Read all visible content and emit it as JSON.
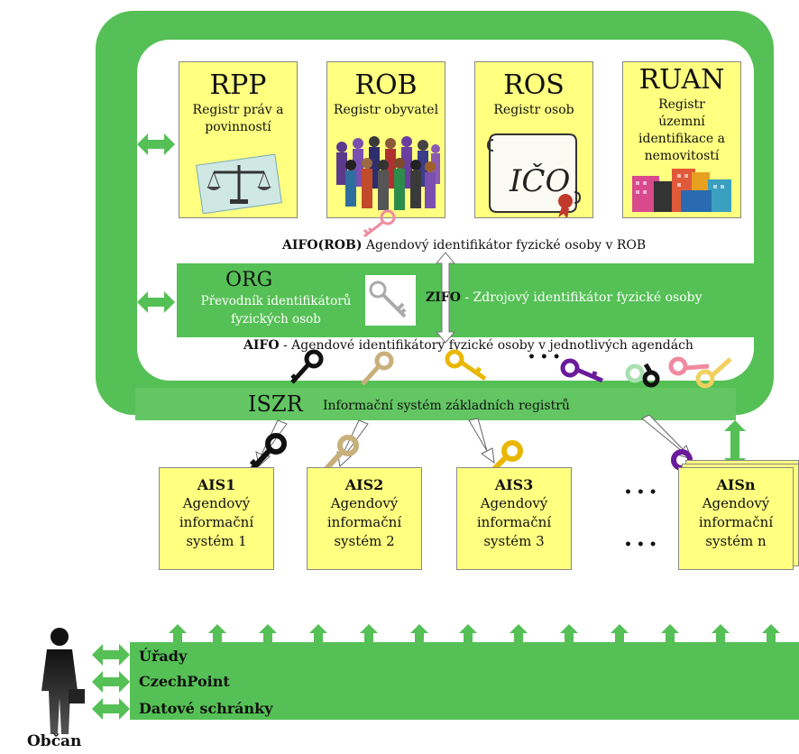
{
  "registries": [
    {
      "code": "RPP",
      "name": "Registr práv a povinností"
    },
    {
      "code": "ROB",
      "name": "Registr obyvatel"
    },
    {
      "code": "ROS",
      "name": "Registr osob"
    },
    {
      "code": "RUAN",
      "name": "Registr územní identifikace a nemovitostí"
    }
  ],
  "ico_label": "IČO",
  "aifo_rob": {
    "bold": "AIFO(ROB)",
    "text": "Agendový identifikátor fyzické osoby v ROB"
  },
  "org": {
    "code": "ORG",
    "name": "Převodník identifikátorů fyzických osob"
  },
  "zifo": {
    "bold": "ZIFO",
    "text": "- Zdrojový identifikátor fyzické osoby"
  },
  "aifo": {
    "bold": "AIFO",
    "text": "- Agendové identifikátory fyzické osoby v jednotlivých agendách"
  },
  "iszr": {
    "code": "ISZR",
    "name": "Informační systém základních registrů"
  },
  "dots": "• • •",
  "ais": [
    {
      "code": "AIS1",
      "line1": "Agendový",
      "line2": "informační",
      "line3": "systém 1"
    },
    {
      "code": "AIS2",
      "line1": "Agendový",
      "line2": "informační",
      "line3": "systém 2"
    },
    {
      "code": "AIS3",
      "line1": "Agendový",
      "line2": "informační",
      "line3": "systém 3"
    },
    {
      "code": "AISn",
      "line1": "Agendový",
      "line2": "informační",
      "line3": "systém n"
    }
  ],
  "ais_dots": "• • •",
  "citizen_channels": [
    "Úřady",
    "CzechPoint",
    "Datové schránky"
  ],
  "citizen_label": "Občan",
  "colors": {
    "green": "#55c055",
    "registry_fill": "#ffff80",
    "key_black": "#111111",
    "key_tan": "#c8b07a",
    "key_yellow": "#e8b800",
    "key_purple": "#6a1b9a",
    "key_pink": "#f08aa0",
    "key_mint": "#a8e0b0"
  }
}
